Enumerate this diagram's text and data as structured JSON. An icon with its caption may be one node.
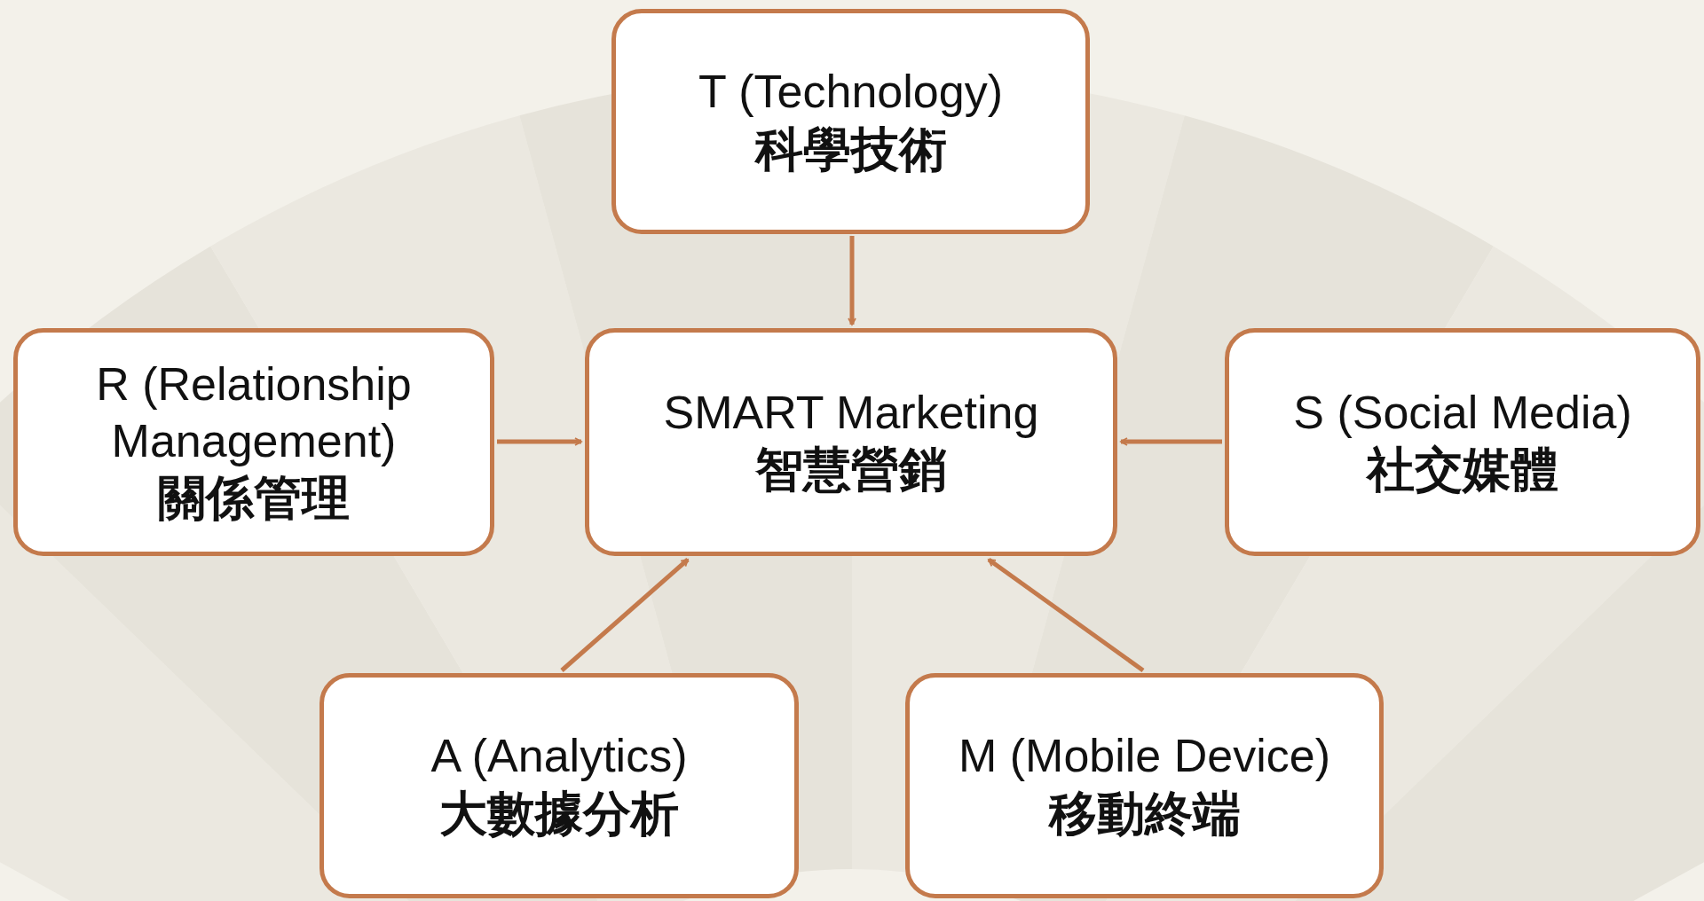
{
  "diagram": {
    "nodes": [
      {
        "text": [
          "T (Technology)",
          "科學技術"
        ]
      },
      {
        "text": [
          "R (Relationship Management)",
          "關係管理"
        ]
      },
      {
        "text": [
          "SMART Marketing",
          "智慧營銷"
        ]
      },
      {
        "text": [
          "S (Social Media)",
          "社交媒體"
        ]
      },
      {
        "text": [
          "A (Analytics)",
          "大數據分析"
        ]
      },
      {
        "text": [
          "M (Mobile Device)",
          "移動終端"
        ]
      }
    ],
    "edges": [
      {
        "from": 0,
        "to": 2,
        "arrow": "to"
      },
      {
        "from": 1,
        "to": 2,
        "arrow": "to"
      },
      {
        "from": 3,
        "to": 2,
        "arrow": "to"
      },
      {
        "from": 4,
        "to": 2,
        "arrow": "to"
      },
      {
        "from": 5,
        "to": 2,
        "arrow": "to"
      }
    ]
  }
}
